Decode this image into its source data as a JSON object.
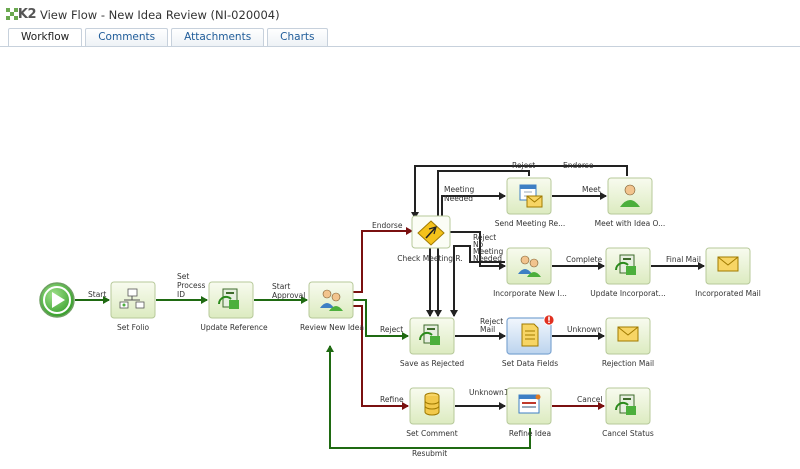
{
  "app": {
    "logo_text": "K2",
    "window_title": "View Flow - New Idea Review (NI-020004)"
  },
  "tabs": [
    {
      "label": "Workflow",
      "active": true
    },
    {
      "label": "Comments",
      "active": false
    },
    {
      "label": "Attachments",
      "active": false
    },
    {
      "label": "Charts",
      "active": false
    }
  ],
  "colors": {
    "arrow_dark": "#3a3a3a",
    "arrow_green": "#2d7a1e",
    "arrow_red": "#8b1a1a",
    "node_fill": "#eaf3d6",
    "node_border": "#b7c99a",
    "start_fill": "#4caf3c",
    "warning_badge": "#e03020"
  },
  "nodes": {
    "start": {
      "label": "",
      "icon": "play-icon"
    },
    "set_folio": {
      "label": "Set Folio",
      "icon": "hierarchy-icon"
    },
    "update_reference": {
      "label": "Update Reference",
      "icon": "server-update-icon"
    },
    "review_new_idea": {
      "label": "Review New Idea",
      "icon": "users-icon"
    },
    "check_meeting": {
      "label": "Check Meeting R.",
      "icon": "decision-icon"
    },
    "send_meeting": {
      "label": "Send Meeting Re...",
      "icon": "calendar-mail-icon"
    },
    "meet_idea": {
      "label": "Meet with Idea O...",
      "icon": "user-icon"
    },
    "incorporate_new": {
      "label": "Incorporate New I...",
      "icon": "users-icon"
    },
    "update_incorporate": {
      "label": "Update Incorporat...",
      "icon": "server-update-icon"
    },
    "incorporated_mail": {
      "label": "Incorporated Mail",
      "icon": "mail-icon"
    },
    "save_rejected": {
      "label": "Save as Rejected",
      "icon": "server-update-icon"
    },
    "set_data_fields": {
      "label": "Set Data Fields",
      "icon": "document-icon"
    },
    "rejection_mail": {
      "label": "Rejection Mail",
      "icon": "mail-icon"
    },
    "set_comment": {
      "label": "Set Comment",
      "icon": "database-icon"
    },
    "refine_idea": {
      "label": "Refine Idea",
      "icon": "form-icon"
    },
    "cancel_status": {
      "label": "Cancel Status",
      "icon": "server-update-icon"
    }
  },
  "edge_labels": {
    "start": "Start",
    "set_process_id_1": "Set",
    "set_process_id_2": "Process",
    "set_process_id_3": "ID",
    "start_approval_1": "Start",
    "start_approval_2": "Approval",
    "endorse": "Endorse",
    "reject": "Reject",
    "refine": "Refine",
    "resubmit": "Resubmit",
    "meeting_needed_1": "Meeting",
    "meeting_needed_2": "Needed",
    "reject_top": "Reject",
    "endorse_top": "Endorse",
    "meet": "Meet",
    "reject_mid": "Reject",
    "no_meeting_1": "No",
    "no_meeting_2": "Meeting",
    "no_meeting_3": "Needed",
    "complete": "Complete",
    "final_mail": "Final Mail",
    "reject_mail_1": "Reject",
    "reject_mail_2": "Mail",
    "unknown": "Unknown",
    "unknown1": "Unknown1",
    "cancel": "Cancel"
  }
}
